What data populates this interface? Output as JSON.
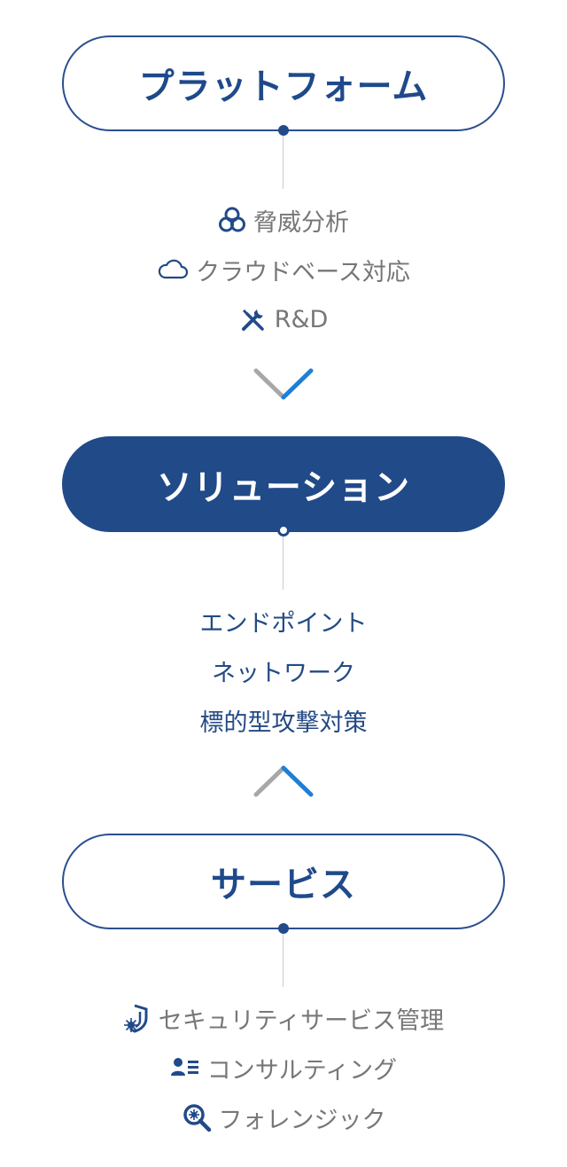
{
  "platform": {
    "title": "プラットフォーム",
    "items": [
      {
        "icon": "biohazard-icon",
        "label": "脅威分析"
      },
      {
        "icon": "cloud-icon",
        "label": "クラウドベース対応"
      },
      {
        "icon": "tools-icon",
        "label": "R&D"
      }
    ]
  },
  "solution": {
    "title": "ソリューション",
    "items": [
      {
        "label": "エンドポイント"
      },
      {
        "label": "ネットワーク"
      },
      {
        "label": "標的型攻撃対策"
      }
    ]
  },
  "service": {
    "title": "サービス",
    "items": [
      {
        "icon": "shield-virus-icon",
        "label": "セキュリティサービス管理"
      },
      {
        "icon": "consulting-icon",
        "label": "コンサルティング"
      },
      {
        "icon": "forensic-search-icon",
        "label": "フォレンジック"
      }
    ]
  },
  "colors": {
    "primary": "#214a89",
    "accent_blue": "#1d7fd6",
    "gray_text": "#777777",
    "chevron_gray": "#a7a7a7"
  }
}
